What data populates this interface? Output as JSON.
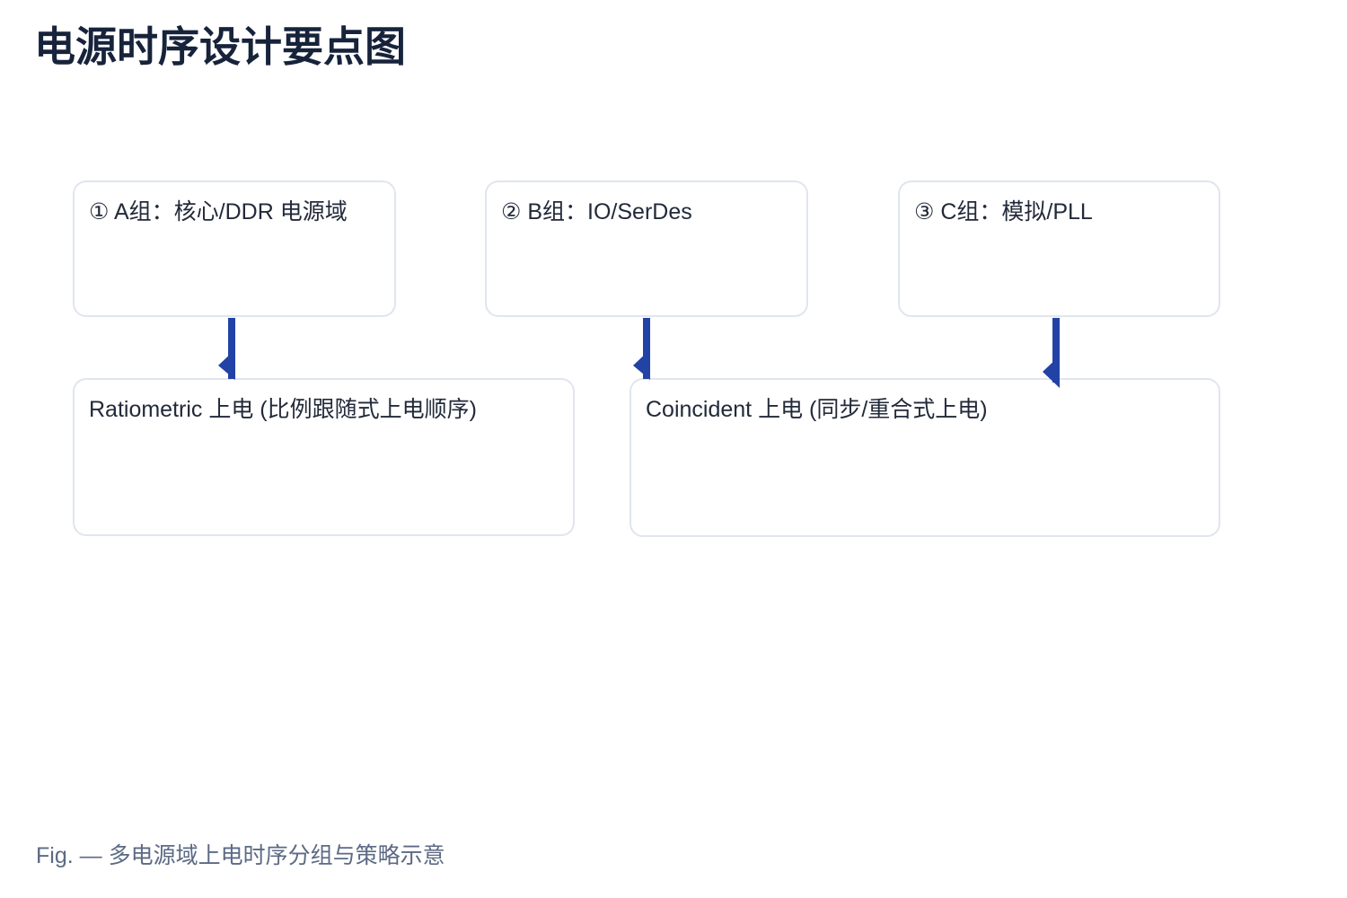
{
  "page": {
    "title": "电源时序设计要点图",
    "background_color": "#ffffff"
  },
  "colors": {
    "title_text": "#17233b",
    "node_border": "#e0e5ef",
    "node_fill": "#ffffff",
    "node_text": "#222a3a",
    "arrow": "#2342a6",
    "caption_text": "#5c6a84"
  },
  "diagram": {
    "type": "flow",
    "nodes": [
      {
        "id": "node-a",
        "name": "node-group-a",
        "label": "① A组：核心/DDR 电源域",
        "row": "top",
        "column": 1
      },
      {
        "id": "node-b",
        "name": "node-group-b",
        "label": "② B组：IO/SerDes",
        "row": "top",
        "column": 2
      },
      {
        "id": "node-c",
        "name": "node-group-c",
        "label": "③ C组：模拟/PLL",
        "row": "top",
        "column": 3
      },
      {
        "id": "node-d",
        "name": "node-ratiometric",
        "label": "Ratiometric 上电 (比例跟随式上电顺序)",
        "row": "bottom",
        "column": 1
      },
      {
        "id": "node-e",
        "name": "node-coincident",
        "label": "Coincident 上电 (同步/重合式上电)",
        "row": "bottom",
        "column": 2
      }
    ],
    "edges": [
      {
        "id": "edge-a-d",
        "from": "node-a",
        "to": "node-d",
        "direction": "down"
      },
      {
        "id": "edge-b-e",
        "from": "node-b",
        "to": "node-e",
        "direction": "down"
      },
      {
        "id": "edge-c-e",
        "from": "node-c",
        "to": "node-e",
        "direction": "down"
      }
    ]
  },
  "caption": {
    "prefix": "Fig. —",
    "text": "Fig. — 多电源域上电时序分组与策略示意"
  }
}
